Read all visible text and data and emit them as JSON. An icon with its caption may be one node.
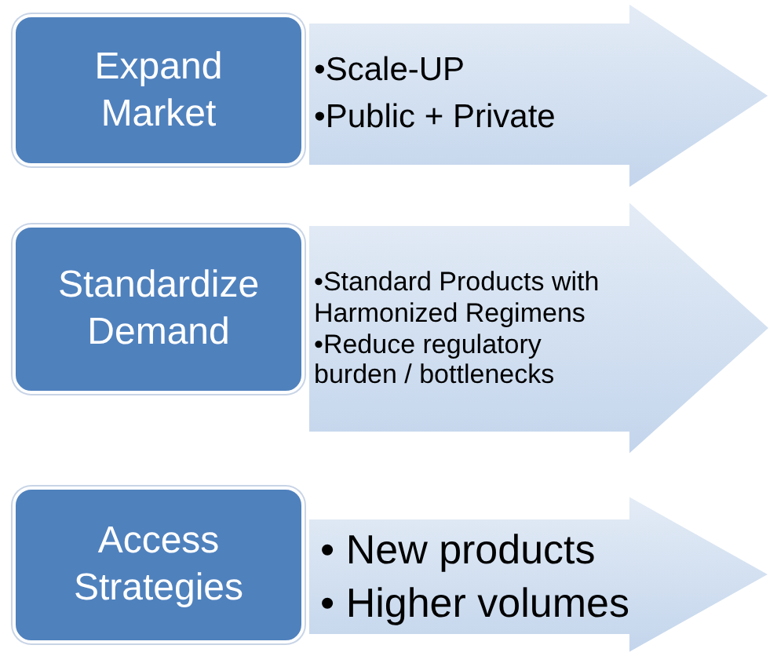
{
  "diagram": {
    "nodes": [
      {
        "text": [
          "•Scale-UP",
          "•Public + Private"
        ]
      },
      {
        "text": [
          "Expand Market"
        ]
      },
      {
        "text": [
          "•Standard Products with Harmonized Regimens",
          "•Reduce regulatory burden / bottlenecks"
        ]
      },
      {
        "text": [
          "Standardize Demand"
        ]
      },
      {
        "text": [
          "• New products",
          "• Higher volumes"
        ]
      },
      {
        "text": [
          "Access Strategies"
        ]
      }
    ]
  }
}
